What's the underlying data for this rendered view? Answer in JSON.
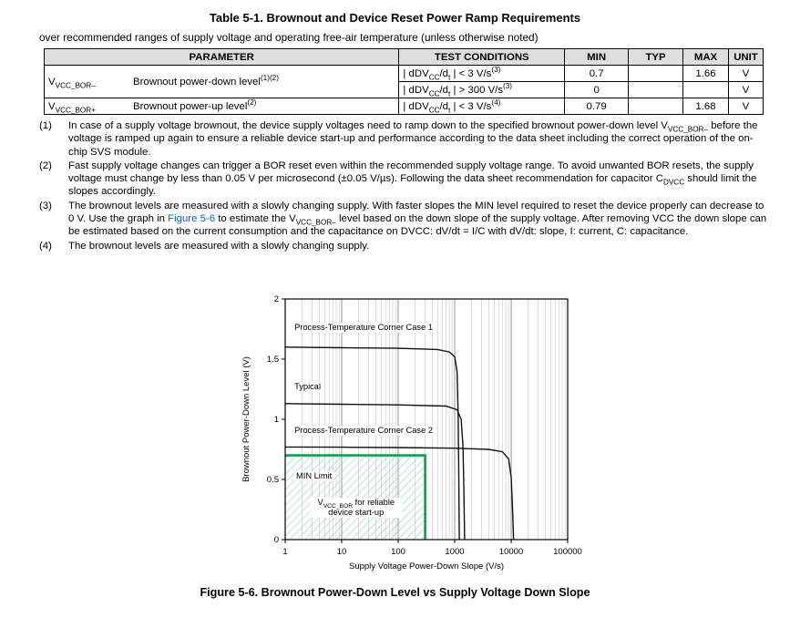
{
  "page": {
    "table_title": "Table 5-1. Brownout and Device Reset Power Ramp Requirements",
    "intro": "over recommended ranges of supply voltage and operating free-air temperature (unless otherwise noted)",
    "figure_caption": "Figure 5-6. Brownout Power-Down Level vs Supply Voltage Down Slope"
  },
  "colors": {
    "link_blue": "#0563C1",
    "header_gray": "#dedede"
  },
  "table": {
    "headers": [
      "PARAMETER",
      "TEST CONDITIONS",
      "MIN",
      "TYP",
      "MAX",
      "UNIT"
    ],
    "groups": [
      {
        "symbol": [
          {
            "t": "V"
          },
          {
            "t": "VCC_BOR–",
            "s": "sub"
          }
        ],
        "description": [
          {
            "t": "Brownout power-down level"
          },
          {
            "t": "(1)(2)",
            "s": "sup"
          }
        ],
        "conditions": [
          {
            "text": [
              {
                "t": "| dDV"
              },
              {
                "t": "CC",
                "s": "sub"
              },
              {
                "t": "/d"
              },
              {
                "t": "t",
                "s": "sub"
              },
              {
                "t": " | < 3 V/s"
              },
              {
                "t": "(3)",
                "s": "sup"
              }
            ],
            "min": "0.7",
            "typ": "",
            "max": "1.66",
            "unit": "V"
          },
          {
            "text": [
              {
                "t": "| dDV"
              },
              {
                "t": "CC",
                "s": "sub"
              },
              {
                "t": "/d"
              },
              {
                "t": "t",
                "s": "sub"
              },
              {
                "t": " | > 300 V/s"
              },
              {
                "t": "(3)",
                "s": "sup"
              }
            ],
            "min": "0",
            "typ": "",
            "max": "",
            "unit": "V"
          }
        ]
      },
      {
        "symbol": [
          {
            "t": "V"
          },
          {
            "t": "VCC_BOR+",
            "s": "sub"
          }
        ],
        "description": [
          {
            "t": "Brownout power-up level"
          },
          {
            "t": "(2)",
            "s": "sup"
          }
        ],
        "conditions": [
          {
            "text": [
              {
                "t": "| dDV"
              },
              {
                "t": "CC",
                "s": "sub"
              },
              {
                "t": "/d"
              },
              {
                "t": "t",
                "s": "sub"
              },
              {
                "t": " | < 3 V/s"
              },
              {
                "t": "(4)",
                "s": "sup"
              }
            ],
            "min": "0.79",
            "typ": "",
            "max": "1.68",
            "unit": "V"
          }
        ]
      }
    ]
  },
  "footnotes": [
    {
      "num": "(1)",
      "text": [
        {
          "t": "In case of a supply voltage brownout, the device supply voltages need to ramp down to the specified brownout power-down level V"
        },
        {
          "t": "VCC_BOR–",
          "s": "sub"
        },
        {
          "t": " before the voltage is ramped up again to ensure a reliable device start-up and performance according to the data sheet including the correct operation of the on-chip SVS module."
        }
      ]
    },
    {
      "num": "(2)",
      "text": [
        {
          "t": "Fast supply voltage changes can trigger a BOR reset even within the recommended supply voltage range. To avoid unwanted BOR resets, the supply voltage must change by less than 0.05 V per microsecond (±0.05 V/µs). Following the data sheet recommendation for capacitor C"
        },
        {
          "t": "DVCC",
          "s": "sub"
        },
        {
          "t": " should limit the slopes accordingly."
        }
      ]
    },
    {
      "num": "(3)",
      "text": [
        {
          "t": "The brownout levels are measured with a slowly changing supply. With faster slopes the MIN level required to reset the device properly can decrease to 0 V. Use the graph in "
        },
        {
          "t": "Figure 5-6",
          "s": "link"
        },
        {
          "t": " to estimate the V"
        },
        {
          "t": "VCC_BOR–",
          "s": "sub"
        },
        {
          "t": " level based on the down slope of the supply voltage. After removing VCC the down slope can be estimated based on the current consumption and the capacitance on DVCC: dV/dt = I/C with dV/dt: slope, I: current, C: capacitance."
        }
      ]
    },
    {
      "num": "(4)",
      "text": [
        {
          "t": "The brownout levels are measured with a slowly changing supply."
        }
      ]
    }
  ],
  "chart_data": {
    "type": "line",
    "xlabel": "Supply Voltage Power-Down Slope (V/s)",
    "ylabel": "Brownout Power-Down Level (V)",
    "xscale": "log",
    "xlim": [
      1,
      100000
    ],
    "ylim": [
      0,
      2
    ],
    "xticks": [
      1,
      10,
      100,
      1000,
      10000,
      100000
    ],
    "yticks": [
      0,
      0.5,
      1,
      1.5,
      2
    ],
    "series": [
      {
        "name": "Process-Temperature Corner Case 1",
        "points": [
          [
            1,
            1.6
          ],
          [
            10,
            1.595
          ],
          [
            100,
            1.59
          ],
          [
            500,
            1.58
          ],
          [
            800,
            1.56
          ],
          [
            1000,
            1.52
          ],
          [
            1100,
            1.4
          ],
          [
            1150,
            1.05
          ],
          [
            1180,
            0.55
          ],
          [
            1200,
            0.15
          ],
          [
            1210,
            0
          ]
        ]
      },
      {
        "name": "Typical",
        "points": [
          [
            1,
            1.13
          ],
          [
            10,
            1.125
          ],
          [
            100,
            1.12
          ],
          [
            700,
            1.11
          ],
          [
            1100,
            1.08
          ],
          [
            1300,
            1.0
          ],
          [
            1400,
            0.78
          ],
          [
            1450,
            0.45
          ],
          [
            1480,
            0.15
          ],
          [
            1500,
            0
          ]
        ]
      },
      {
        "name": "Process-Temperature Corner Case 2",
        "points": [
          [
            1,
            0.77
          ],
          [
            10,
            0.768
          ],
          [
            100,
            0.765
          ],
          [
            1000,
            0.76
          ],
          [
            4000,
            0.75
          ],
          [
            7000,
            0.73
          ],
          [
            9000,
            0.67
          ],
          [
            10000,
            0.52
          ],
          [
            10500,
            0.3
          ],
          [
            10800,
            0.12
          ],
          [
            11000,
            0
          ]
        ]
      }
    ],
    "min_limit": {
      "name": "MIN Limit",
      "level": 0.7,
      "x_step": 300,
      "color": "#00A651"
    },
    "annotations": [
      {
        "text": "Process-Temperature Corner Case 1",
        "x": 1.35,
        "y": 1.8
      },
      {
        "text": "Typical",
        "x": 1.35,
        "y": 1.31
      },
      {
        "text": "Process-Temperature Corner Case 2",
        "x": 1.35,
        "y": 0.95
      },
      {
        "text": "MIN Limit",
        "x": 1.45,
        "y": 0.57
      },
      {
        "x": 18,
        "y": 0.35
      }
    ],
    "vbor_label": [
      {
        "t": "V"
      },
      {
        "t": "VCC_BOR",
        "s": "sub"
      },
      {
        "t": " for reliable device start-up"
      }
    ],
    "colors": {
      "curve": "#111111",
      "grid_minor": "#c6c6c6",
      "grid_major": "#8c8c8c",
      "hatch": "#84cf9e"
    }
  }
}
